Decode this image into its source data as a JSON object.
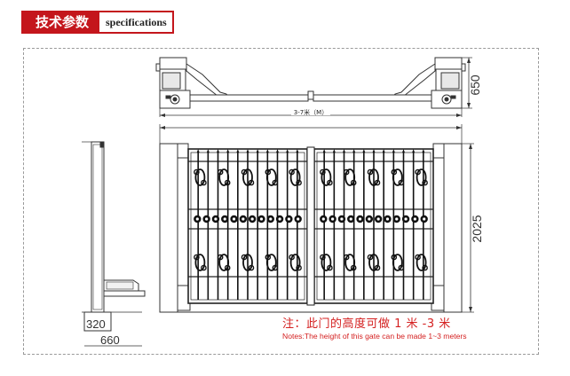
{
  "header": {
    "title_cn": "技术参数",
    "title_en": "specifications"
  },
  "dimensions": {
    "opening_width": "3-7米（M）",
    "top_view_depth": "650",
    "gate_height": "2025",
    "motor_height": "320",
    "post_width": "660"
  },
  "notes": {
    "cn": "注：此门的高度可做 1 米 -3 米",
    "en": "Notes:The height of this gate can be made 1~3 meters"
  },
  "colors": {
    "accent": "#c4161c",
    "note": "#d42020",
    "line": "#333333"
  }
}
